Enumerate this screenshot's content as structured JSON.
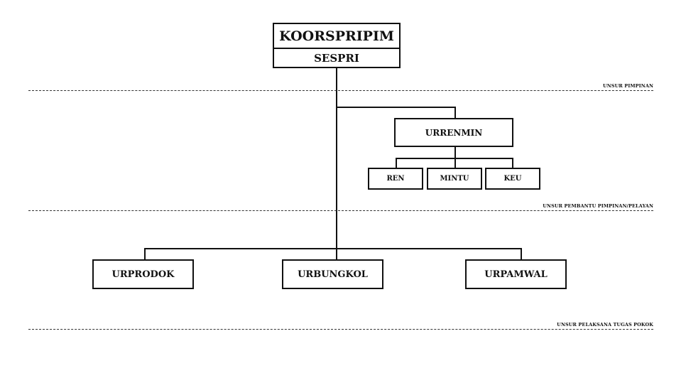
{
  "chart": {
    "top": {
      "title": "KOORSPRIPIM",
      "subtitle": "SESPRI"
    },
    "staff": {
      "head": "URRENMIN",
      "units": [
        "REN",
        "MINTU",
        "KEU"
      ]
    },
    "executors": [
      "URPRODOK",
      "URBUNGKOL",
      "URPAMWAL"
    ],
    "zones": {
      "leadership": "UNSUR PIMPINAN",
      "support": "UNSUR  PEMBANTU PIMPINAN/PELAYAN",
      "executor": "UNSUR PELAKSANA TUGAS POKOK"
    }
  }
}
